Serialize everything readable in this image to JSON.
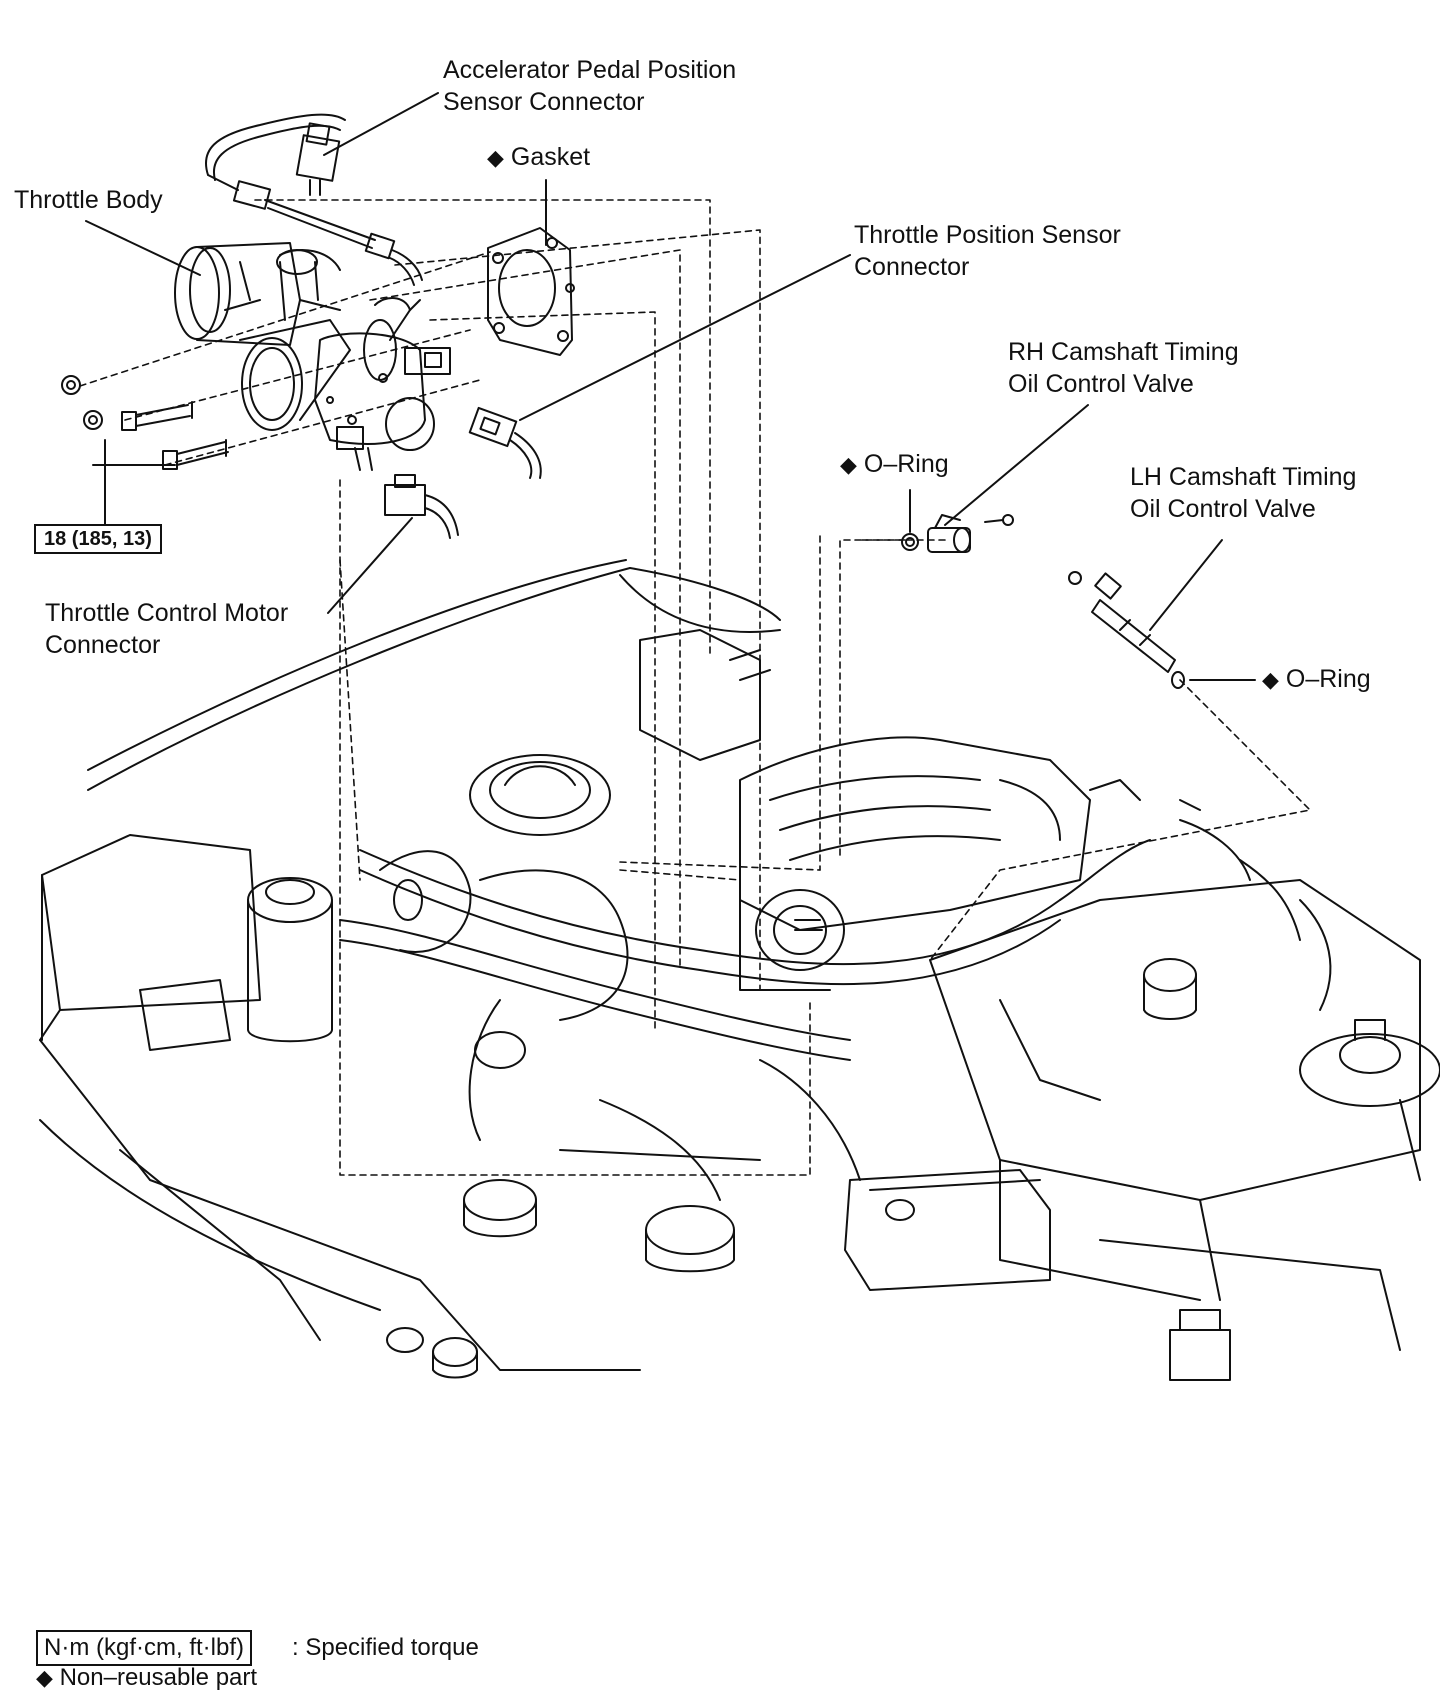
{
  "labels": {
    "accelerator_line1": "Accelerator Pedal Position",
    "accelerator_line2": "Sensor Connector",
    "gasket": "Gasket",
    "throttle_body": "Throttle Body",
    "tps_line1": "Throttle Position Sensor",
    "tps_line2": "Connector",
    "rh_line1": "RH Camshaft Timing",
    "rh_line2": "Oil Control Valve",
    "oring_rh": "O–Ring",
    "lh_line1": "LH Camshaft Timing",
    "lh_line2": "Oil Control Valve",
    "oring_lh": "O–Ring",
    "tcm_line1": "Throttle Control Motor",
    "tcm_line2": "Connector",
    "torque_value": "18 (185, 13)"
  },
  "legend": {
    "torque_unit": "N·m (kgf·cm, ft·lbf)",
    "torque_desc": ": Specified torque",
    "nonreusable": "Non–reusable part"
  },
  "symbols": {
    "nonreusable_marker": "◆"
  },
  "colors": {
    "line": "#111111",
    "background": "#ffffff"
  }
}
